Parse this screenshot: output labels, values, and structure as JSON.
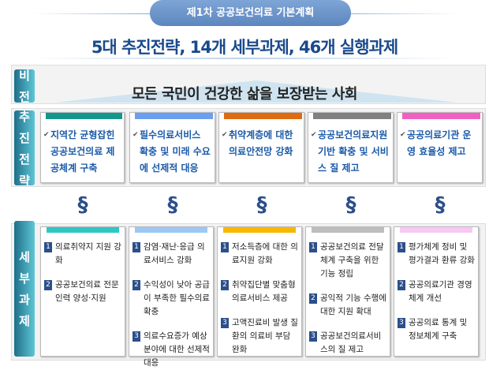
{
  "header": {
    "subtitle": "제1차 공공보건의료 기본계획",
    "title": "5대 추진전략, 14개 세부과제, 46개 실행과제"
  },
  "vision": {
    "label": [
      "비",
      "전"
    ],
    "text": "모든 국민이 건강한 삶을 보장받는 사회"
  },
  "strategies": {
    "label": [
      "추",
      "진",
      "전",
      "략"
    ],
    "items": [
      {
        "text": "지역간 균형잡힌 공공보건의료 제공체계 구축",
        "color": "#15968e"
      },
      {
        "text": "필수의료서비스 확충 및 미래 수요에 선제적 대응",
        "color": "#6a9ef0"
      },
      {
        "text": "취약계층에 대한 의료안전망 강화",
        "color": "#e06a10"
      },
      {
        "text": "공공보건의료지원기반 확충 및 서비스 질 제고",
        "color": "#808080"
      },
      {
        "text": "공공의료기관 운영 효율성 제고",
        "color": "#f060c0"
      }
    ]
  },
  "tasks": {
    "label": [
      "세",
      "부",
      "과",
      "제"
    ],
    "columns": [
      {
        "color": "#2ec8c4",
        "items": [
          {
            "n": "1",
            "text": "의료취약지 지원 강화"
          },
          {
            "n": "2",
            "text": "공공보건의료 전문인력 양성·지원"
          }
        ]
      },
      {
        "color": "#9cc8f4",
        "items": [
          {
            "n": "1",
            "text": "감염·재난·응급 의료서비스 강화"
          },
          {
            "n": "2",
            "text": "수익성이 낮아 공급이 부족한 필수의료 확충"
          },
          {
            "n": "3",
            "text": "의료수요증가 예상분야에 대한 선제적 대응"
          }
        ]
      },
      {
        "color": "#f8b800",
        "items": [
          {
            "n": "1",
            "text": "저소득층에 대한 의료지원 강화"
          },
          {
            "n": "2",
            "text": "취약집단별 맞춤형 의료서비스 제공"
          },
          {
            "n": "3",
            "text": "고액진료비 발생 질환의 의료비 부담 완화"
          }
        ]
      },
      {
        "color": "#bdbdbd",
        "items": [
          {
            "n": "1",
            "text": "공공보건의료 전달체계 구축을 위한 기능 정립"
          },
          {
            "n": "2",
            "text": "공익적 기능 수행에 대한 지원 확대"
          },
          {
            "n": "3",
            "text": "공공보건의료서비스의 질 제고"
          }
        ]
      },
      {
        "color": "#f8c8f4",
        "items": [
          {
            "n": "1",
            "text": "평가체계 정비 및 평가결과 환류 강화"
          },
          {
            "n": "2",
            "text": "공공의료기관 경영체계 개선"
          },
          {
            "n": "3",
            "text": "공공의료 통계 및 정보체계 구축"
          }
        ]
      }
    ]
  }
}
